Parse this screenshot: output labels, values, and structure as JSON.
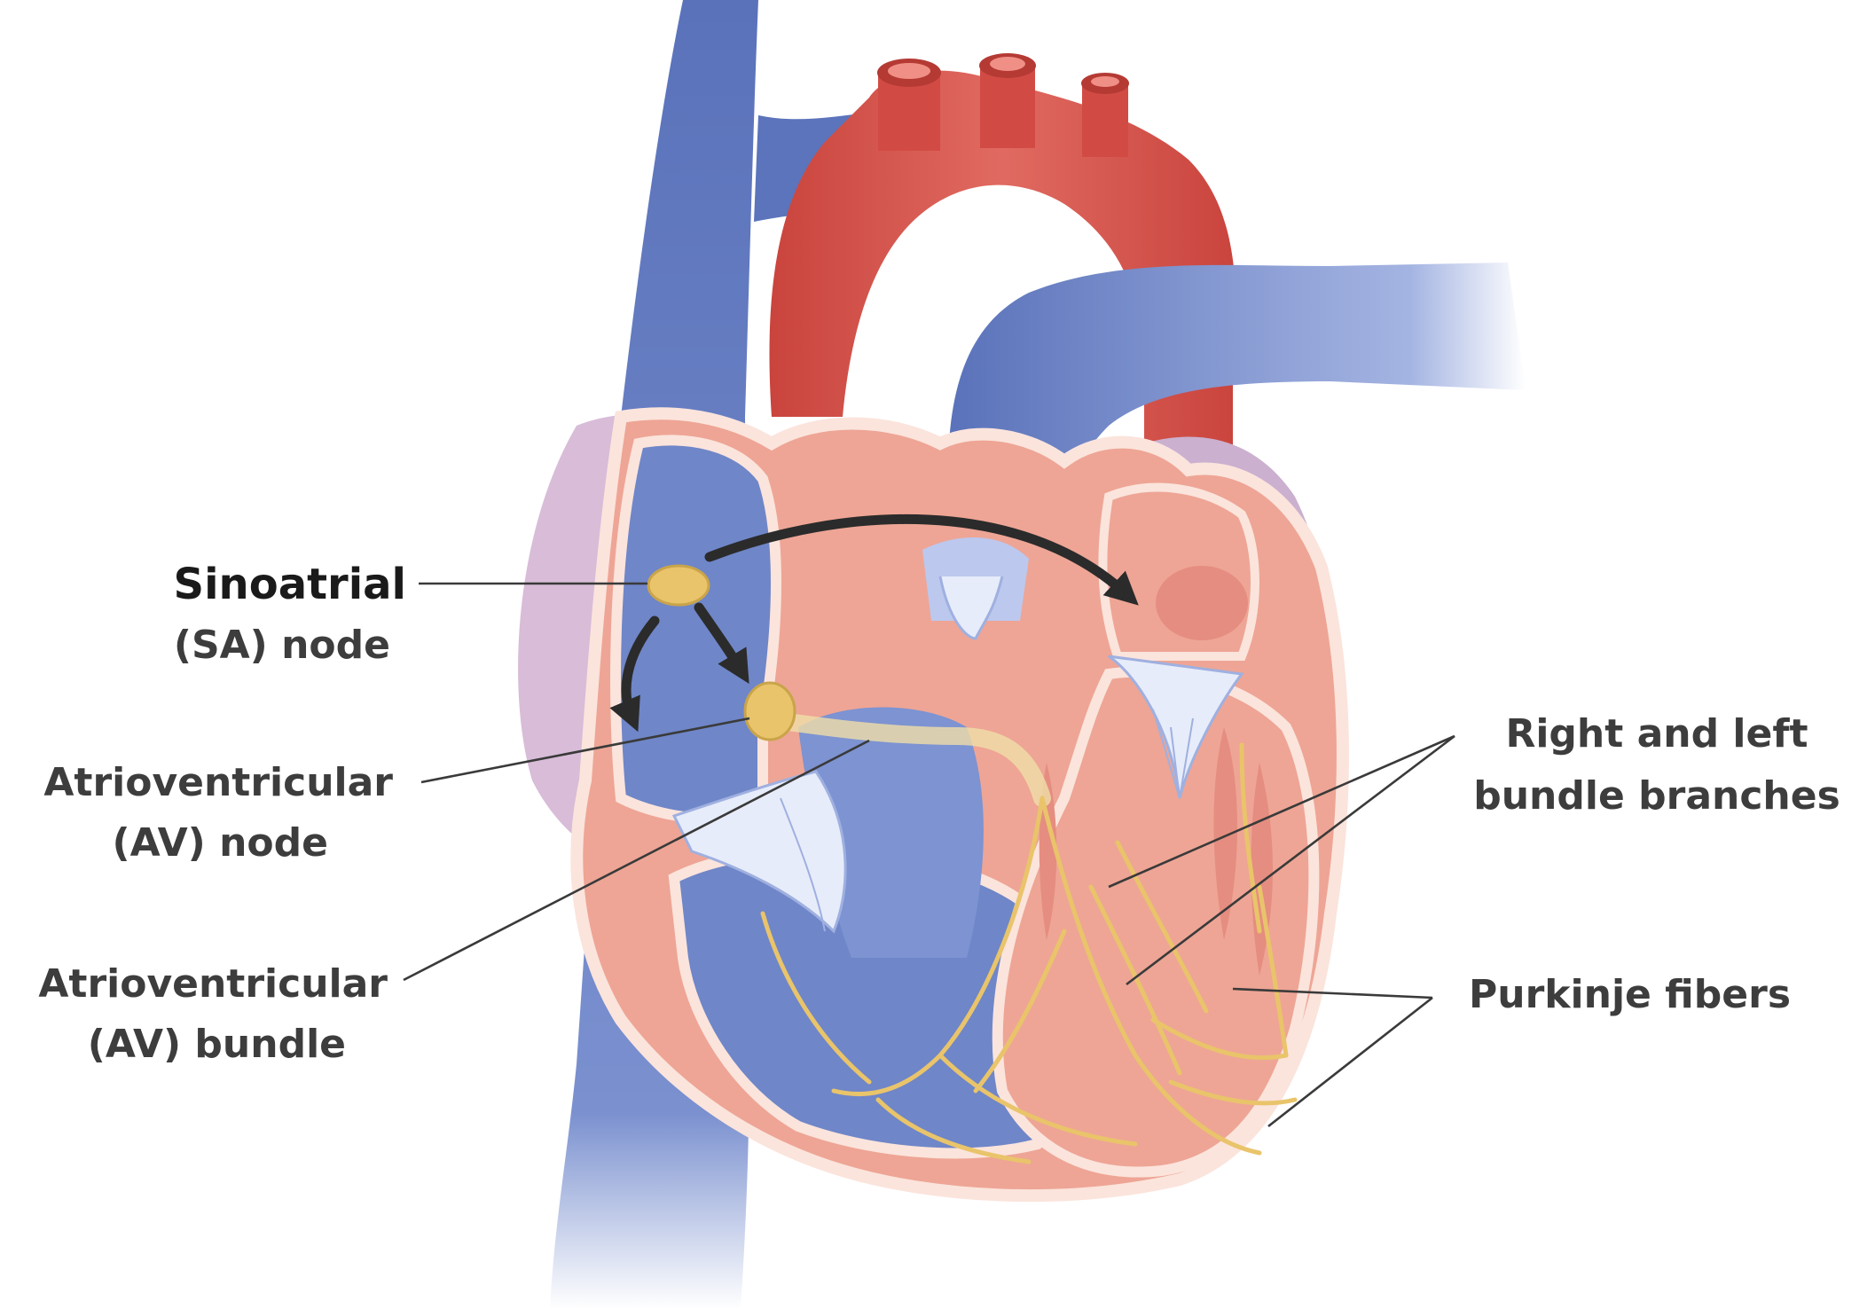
{
  "labels": {
    "sa_title": "Sinoatrial",
    "sa_sub": "(SA) node",
    "av_node_title": "Atrioventricular",
    "av_node_sub": "(AV) node",
    "av_bundle_title": "Atrioventricular",
    "av_bundle_sub": "(AV) bundle",
    "branches_line1": "Right and left",
    "branches_line2": "bundle branches",
    "purkinje": "Purkinje fibers"
  },
  "colors": {
    "vein_blue": "#6f86c8",
    "artery_red": "#d8564e",
    "muscle_pink": "#eea595",
    "wall_outline": "#fbe4dc",
    "conduction_yellow": "#e9c46a",
    "pericardium_lilac": "#cdb1cf",
    "arrow": "#2b2b2b"
  }
}
